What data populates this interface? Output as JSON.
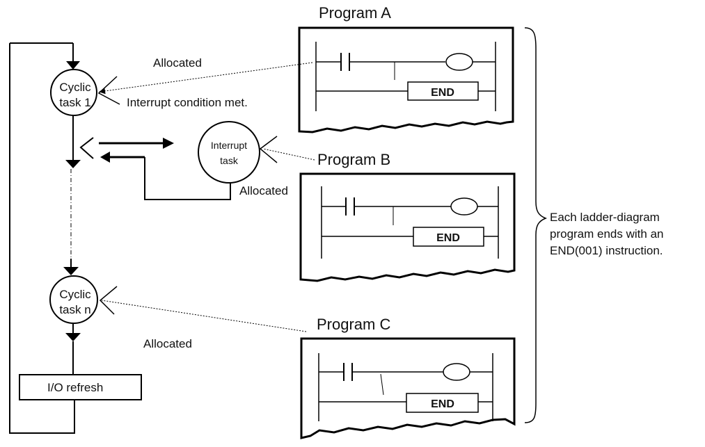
{
  "programs": [
    {
      "title": "Program A",
      "end_label": "END"
    },
    {
      "title": "Program B",
      "end_label": "END"
    },
    {
      "title": "Program C",
      "end_label": "END"
    }
  ],
  "tasks": {
    "cyclic_1": [
      "Cyclic",
      "task 1"
    ],
    "interrupt": [
      "Interrupt",
      "task"
    ],
    "cyclic_n": [
      "Cyclic",
      "task n"
    ],
    "io_refresh": "I/O refresh"
  },
  "labels": {
    "allocated_a": "Allocated",
    "allocated_b": "Allocated",
    "allocated_c": "Allocated",
    "interrupt_condition": "Interrupt condition met."
  },
  "note": [
    "Each ladder-diagram",
    "program ends with an",
    "END(001) instruction."
  ]
}
